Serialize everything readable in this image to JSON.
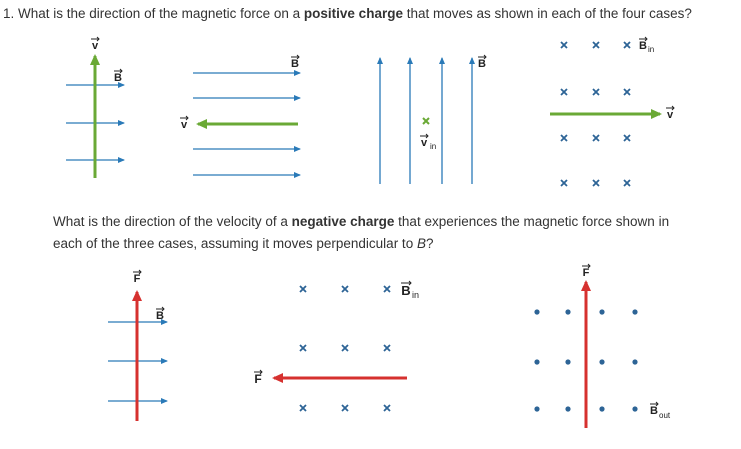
{
  "question1": {
    "prefix": "1. What is the direction of the magnetic force on a ",
    "bold": "positive charge",
    "suffix": " that moves as shown in each of the four cases?"
  },
  "question2": {
    "prefix": "What is the direction of the velocity of a ",
    "bold": "negative charge",
    "middle": " that experiences the magnetic force shown in each of the three cases, assuming it moves perpendicular to ",
    "italic": "B",
    "suffix": "?"
  },
  "labels": {
    "v": "v",
    "B": "B",
    "F": "F",
    "sub_in": "in",
    "sub_out": "out"
  },
  "colors": {
    "field": "#2a7ab8",
    "velocity": "#6aa935",
    "force": "#d6312f",
    "symbol": "#2d6496",
    "text": "#333333"
  }
}
